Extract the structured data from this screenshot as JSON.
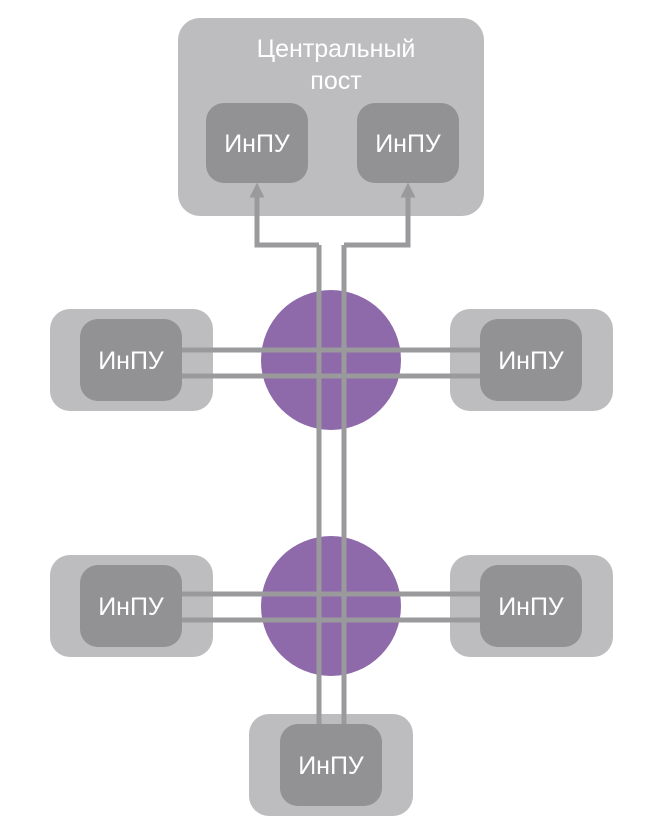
{
  "central_post": {
    "title_line1": "Центральный",
    "title_line2": "пост",
    "devices": [
      {
        "label": "ИнПУ"
      },
      {
        "label": "ИнПУ"
      }
    ]
  },
  "upper_row": {
    "left": {
      "label": "ИнПУ"
    },
    "right": {
      "label": "ИнПУ"
    }
  },
  "lower_row": {
    "left": {
      "label": "ИнПУ"
    },
    "right": {
      "label": "ИнПУ"
    }
  },
  "bottom": {
    "label": "ИнПУ"
  },
  "colors": {
    "outer_box": "#bdbdbf",
    "inner_box": "#929294",
    "hub": "#8e6aaa",
    "line": "#9a9a9c",
    "text": "#ffffff"
  }
}
